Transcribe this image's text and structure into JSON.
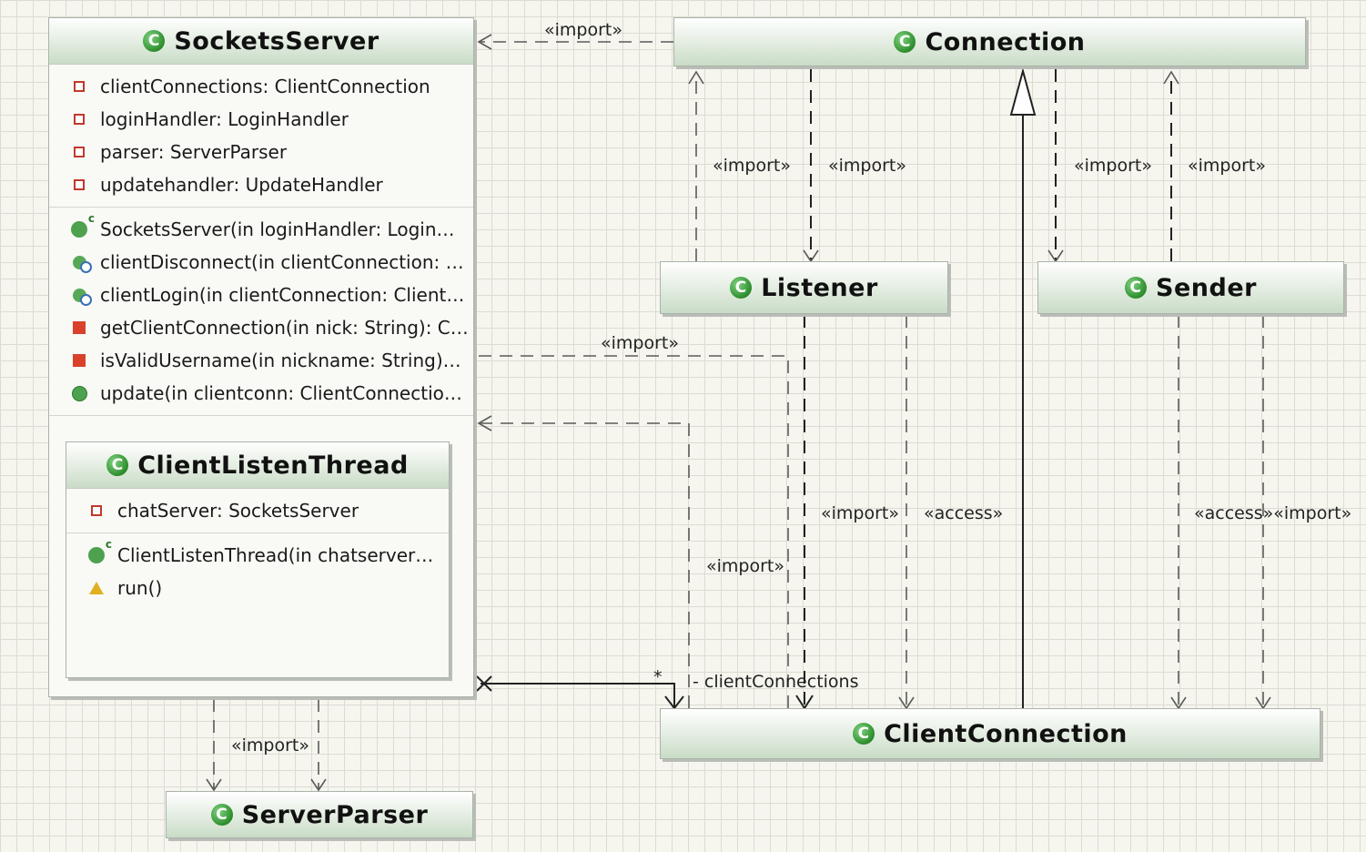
{
  "classes": {
    "sockets_server": {
      "name": "SocketsServer",
      "icon": "class-icon",
      "fields": [
        "clientConnections: ClientConnection",
        "loginHandler: LoginHandler",
        "parser: ServerParser",
        "updatehandler: UpdateHandler"
      ],
      "methods": [
        "SocketsServer(in loginHandler: Login…",
        "clientDisconnect(in clientConnection: …",
        "clientLogin(in clientConnection: Client…",
        "getClientConnection(in nick: String): C…",
        "isValidUsername(in nickname: String)…",
        "update(in clientconn: ClientConnectio…"
      ]
    },
    "client_listen_thread": {
      "name": "ClientListenThread",
      "fields": [
        "chatServer: SocketsServer"
      ],
      "methods": [
        "ClientListenThread(in chatserver…",
        "run()"
      ]
    },
    "connection": {
      "name": "Connection"
    },
    "listener": {
      "name": "Listener"
    },
    "sender": {
      "name": "Sender"
    },
    "client_connection": {
      "name": "ClientConnection"
    },
    "server_parser": {
      "name": "ServerParser"
    }
  },
  "labels": {
    "import_top": "«import»",
    "import_l1": "«import»",
    "import_l2": "«import»",
    "import_s1": "«import»",
    "import_s2": "«import»",
    "import_mid": "«import»",
    "import_listener_cc": "«import»",
    "access_listener_cc": "«access»",
    "access_import_sender_cc": "«access»«import»",
    "import_thread": "«import»",
    "import_parser": "«import»",
    "assoc_role": "- clientConnections",
    "assoc_mult": "*"
  },
  "icons": {
    "class": "class-icon",
    "abstract_class": "abstract-class-icon",
    "field": "field-icon",
    "constructor": "constructor-icon",
    "synchronized_method": "synchronized-method-icon",
    "private_method": "private-method-icon",
    "public_method": "public-method-icon"
  },
  "colors": {
    "header_green": "#c9dcc7",
    "icon_green": "#2c8d2c",
    "private_red": "#d9412b",
    "line": "#555555"
  }
}
